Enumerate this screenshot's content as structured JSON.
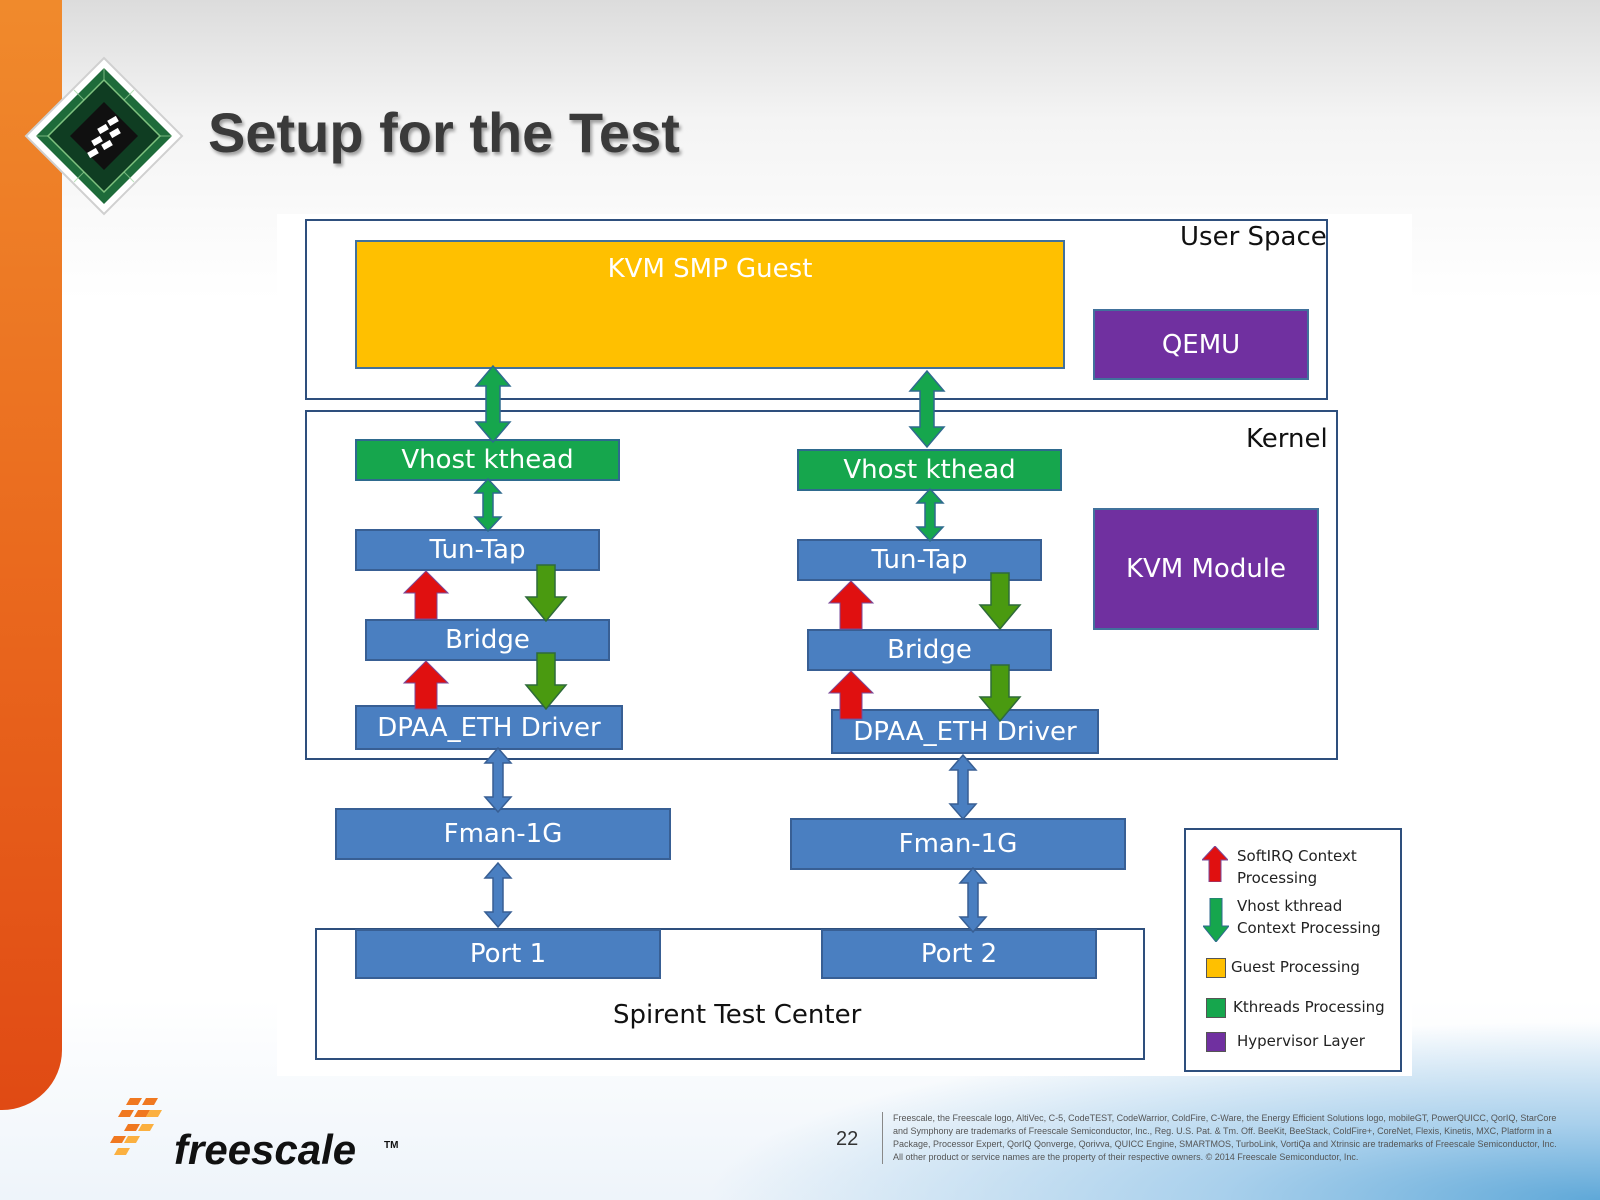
{
  "slide": {
    "title": "Setup for the Test",
    "page_number": "22"
  },
  "regions": {
    "user_space": "User Space",
    "kernel": "Kernel",
    "spirent": "Spirent Test Center"
  },
  "boxes": {
    "kvm_guest": "KVM SMP Guest",
    "qemu": "QEMU",
    "kvm_module": "KVM Module",
    "vhost_left": "Vhost kthead",
    "vhost_right": "Vhost kthead",
    "tuntap_left": "Tun-Tap",
    "tuntap_right": "Tun-Tap",
    "bridge_left": "Bridge",
    "bridge_right": "Bridge",
    "dpaa_left": "DPAA_ETH Driver",
    "dpaa_right": "DPAA_ETH Driver",
    "fman_left": "Fman-1G",
    "fman_right": "Fman-1G",
    "port1": "Port 1",
    "port2": "Port 2"
  },
  "legend": {
    "softirq_line1": "SoftIRQ Context",
    "softirq_line2": "Processing",
    "vhost_line1": "Vhost kthread",
    "vhost_line2": "Context Processing",
    "guest": "Guest Processing",
    "kthreads": "Kthreads Processing",
    "hypervisor": "Hypervisor Layer"
  },
  "colors": {
    "guest": "#ffc000",
    "kthreads": "#16a64d",
    "hypervisor": "#7030a0",
    "blue_box": "#4a7fc1",
    "softirq_arrow": "#e01010",
    "vhost_arrow": "#4a9a10"
  },
  "footer": {
    "brand": "freescale",
    "tm": "TM",
    "legal_line1": "Freescale, the Freescale logo, AltiVec, C-5, CodeTEST, CodeWarrior, ColdFire, C-Ware, the Energy Efficient Solutions logo, mobileGT, PowerQUICC, QorIQ, StarCore",
    "legal_line2": "and Symphony are trademarks of Freescale Semiconductor, Inc., Reg. U.S. Pat. & Tm. Off. BeeKit, BeeStack, ColdFire+, CoreNet, Flexis, Kinetis, MXC, Platform in a",
    "legal_line3": "Package, Processor Expert, QorIQ Qonverge, Qorivva, QUICC Engine, SMARTMOS, TurboLink, VortiQa and Xtrinsic are trademarks of Freescale Semiconductor, Inc.",
    "legal_line4": "All other product or service names are the property of their respective owners. © 2014 Freescale Semiconductor, Inc."
  }
}
